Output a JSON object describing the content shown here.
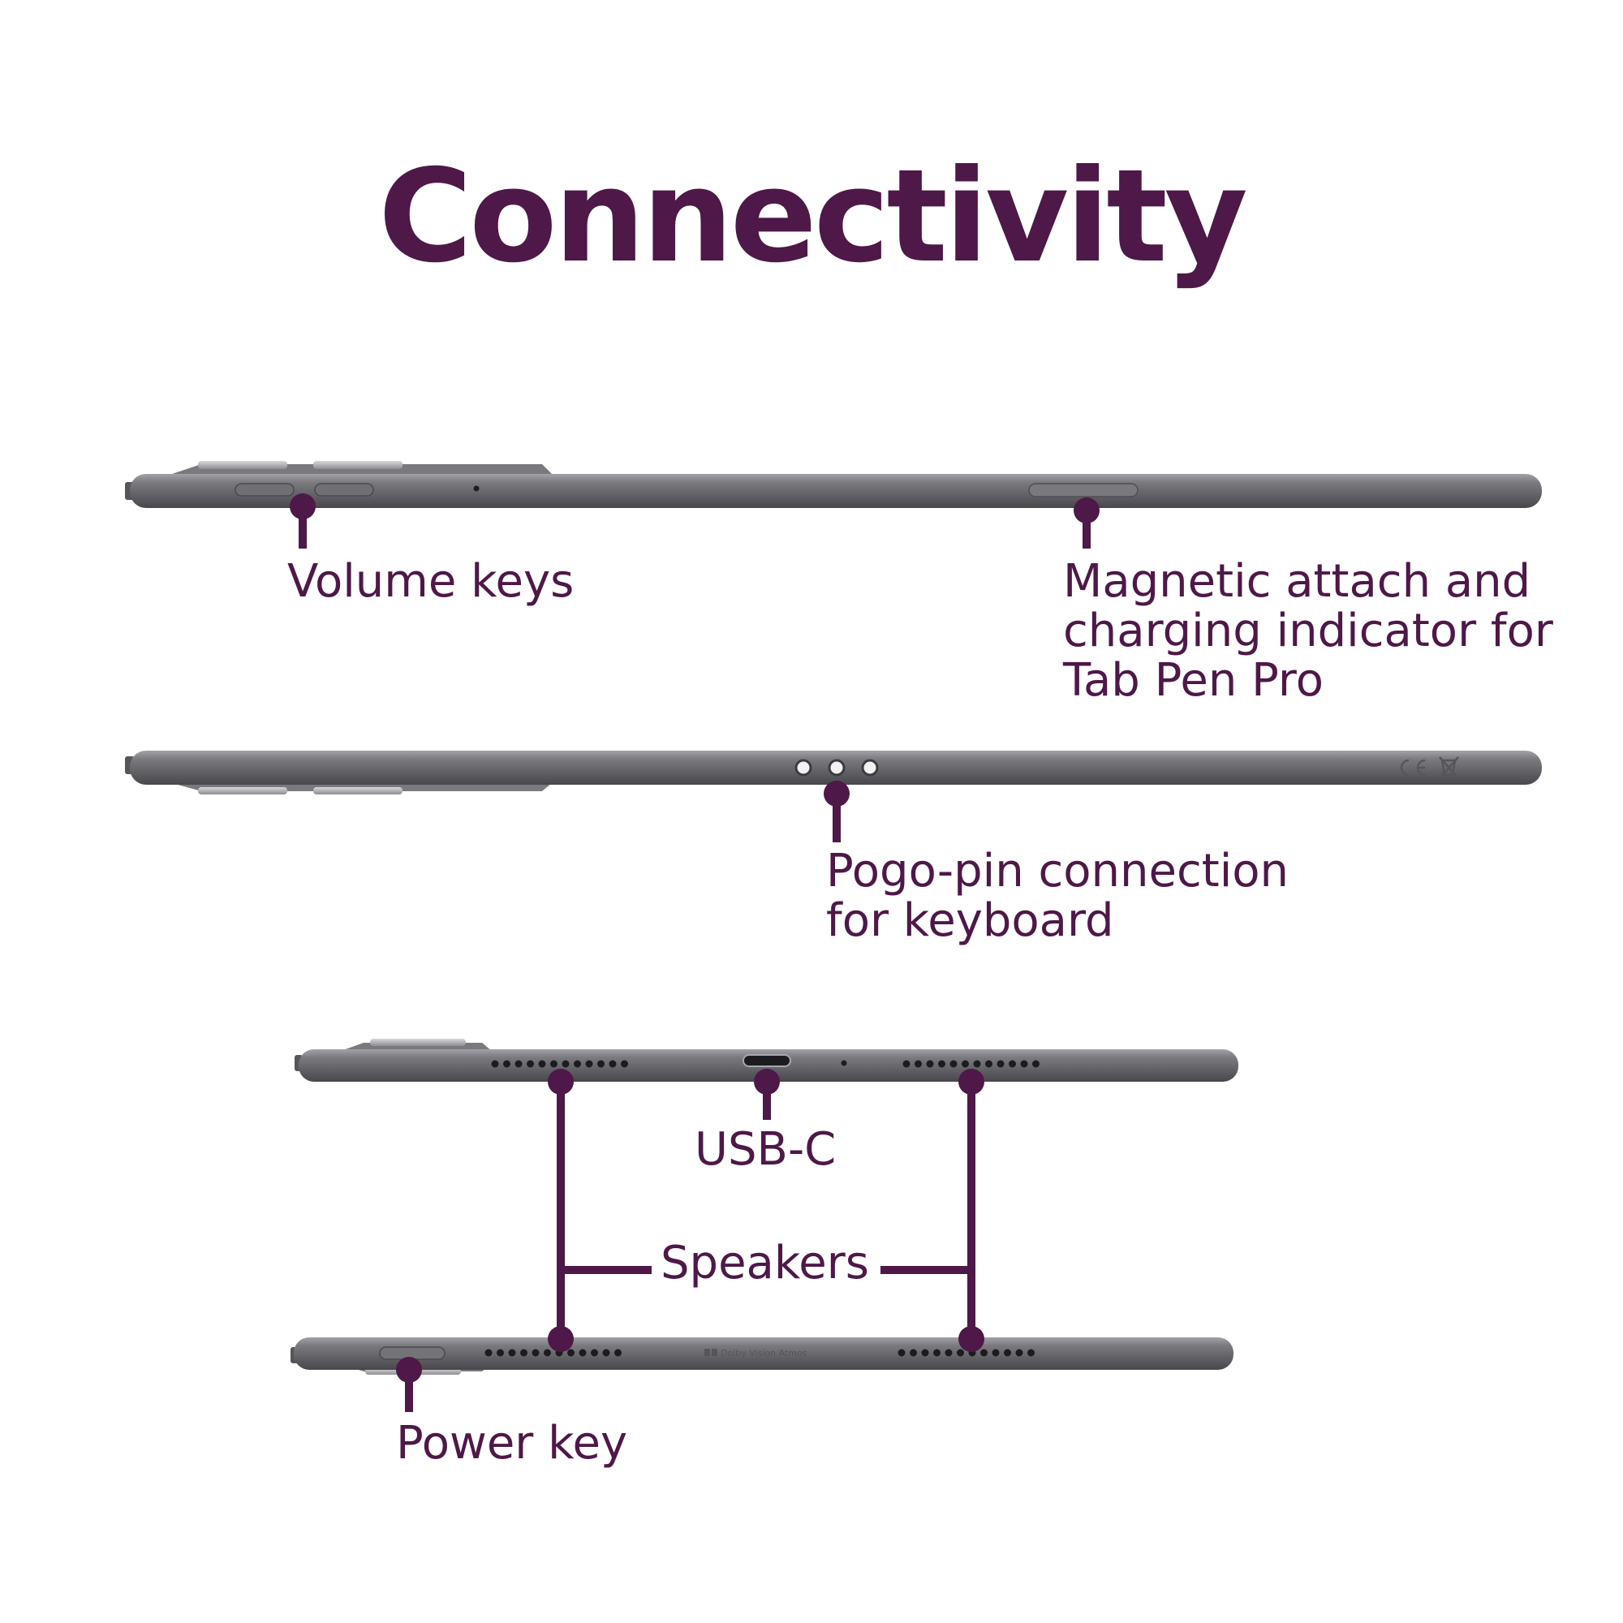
{
  "title": "Connectivity",
  "labels": {
    "volume_keys": "Volume keys",
    "magnetic_line1": "Magnetic attach and",
    "magnetic_line2": "charging indicator for",
    "magnetic_line3": "Tab Pen Pro",
    "pogo_line1": "Pogo-pin connection",
    "pogo_line2": "for keyboard",
    "usb_c": "USB-C",
    "speakers": "Speakers",
    "power_key": "Power key"
  },
  "colors": {
    "accent": "#4e1848",
    "device_body": "#6a6a6e",
    "device_highlight": "#8c8c90",
    "background": "#ffffff"
  },
  "icons": {
    "ce_mark": "ce-mark-icon",
    "weee_bin": "weee-bin-icon",
    "dolby": "dolby-logo"
  },
  "device_markings": {
    "dolby": "Dolby Vision Atmos"
  }
}
